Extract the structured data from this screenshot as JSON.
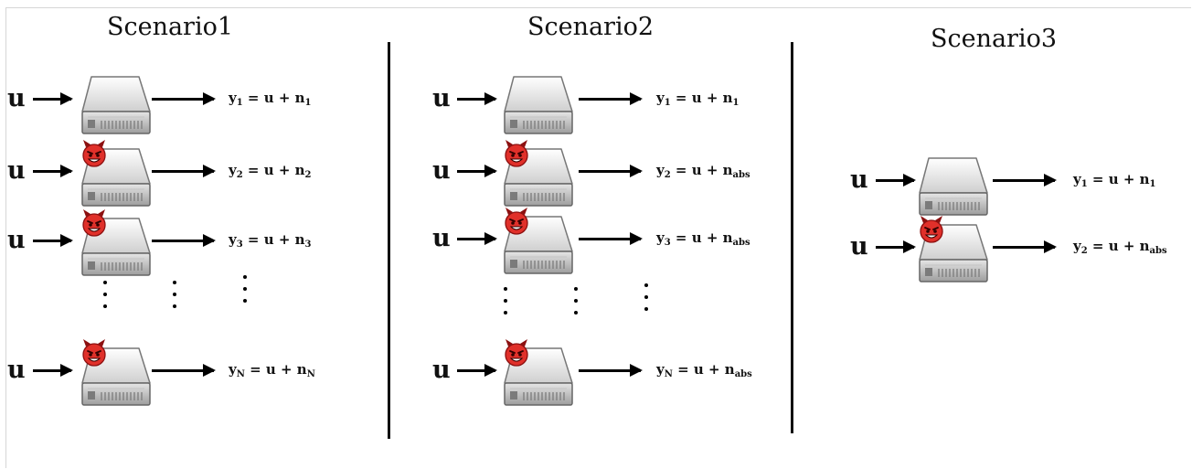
{
  "scenarios": [
    {
      "title": "Scenario1",
      "rows": [
        {
          "input": "u",
          "output": "y",
          "sub": "1",
          "rest": " = u + n",
          "nsub": "1",
          "attacked": false
        },
        {
          "input": "u",
          "output": "y",
          "sub": "2",
          "rest": " = u + n",
          "nsub": "2",
          "attacked": true
        },
        {
          "input": "u",
          "output": "y",
          "sub": "3",
          "rest": " = u + n",
          "nsub": "3",
          "attacked": true
        },
        {
          "input": "u",
          "output": "y",
          "sub": "N",
          "rest": " = u + n",
          "nsub": "N",
          "attacked": true
        }
      ]
    },
    {
      "title": "Scenario2",
      "rows": [
        {
          "input": "u",
          "output": "y",
          "sub": "1",
          "rest": " = u + n",
          "nsub": "1",
          "attacked": false
        },
        {
          "input": "u",
          "output": "y",
          "sub": "2",
          "rest": " = u + n",
          "nsub": "abs",
          "attacked": true
        },
        {
          "input": "u",
          "output": "y",
          "sub": "3",
          "rest": " = u + n",
          "nsub": "abs",
          "attacked": true
        },
        {
          "input": "u",
          "output": "y",
          "sub": "N",
          "rest": " = u + n",
          "nsub": "abs",
          "attacked": true
        }
      ]
    },
    {
      "title": "Scenario3",
      "rows": [
        {
          "input": "u",
          "output": "y",
          "sub": "1",
          "rest": " = u + n",
          "nsub": "1",
          "attacked": false
        },
        {
          "input": "u",
          "output": "y",
          "sub": "2",
          "rest": " = u + n",
          "nsub": "abs",
          "attacked": true
        }
      ]
    }
  ],
  "colors": {
    "devil": "#e0302a",
    "server_top": "#f4f4f4",
    "server_side": "#9a9a9a"
  },
  "icons": {
    "server": "server-icon",
    "attacker": "devil-icon"
  }
}
